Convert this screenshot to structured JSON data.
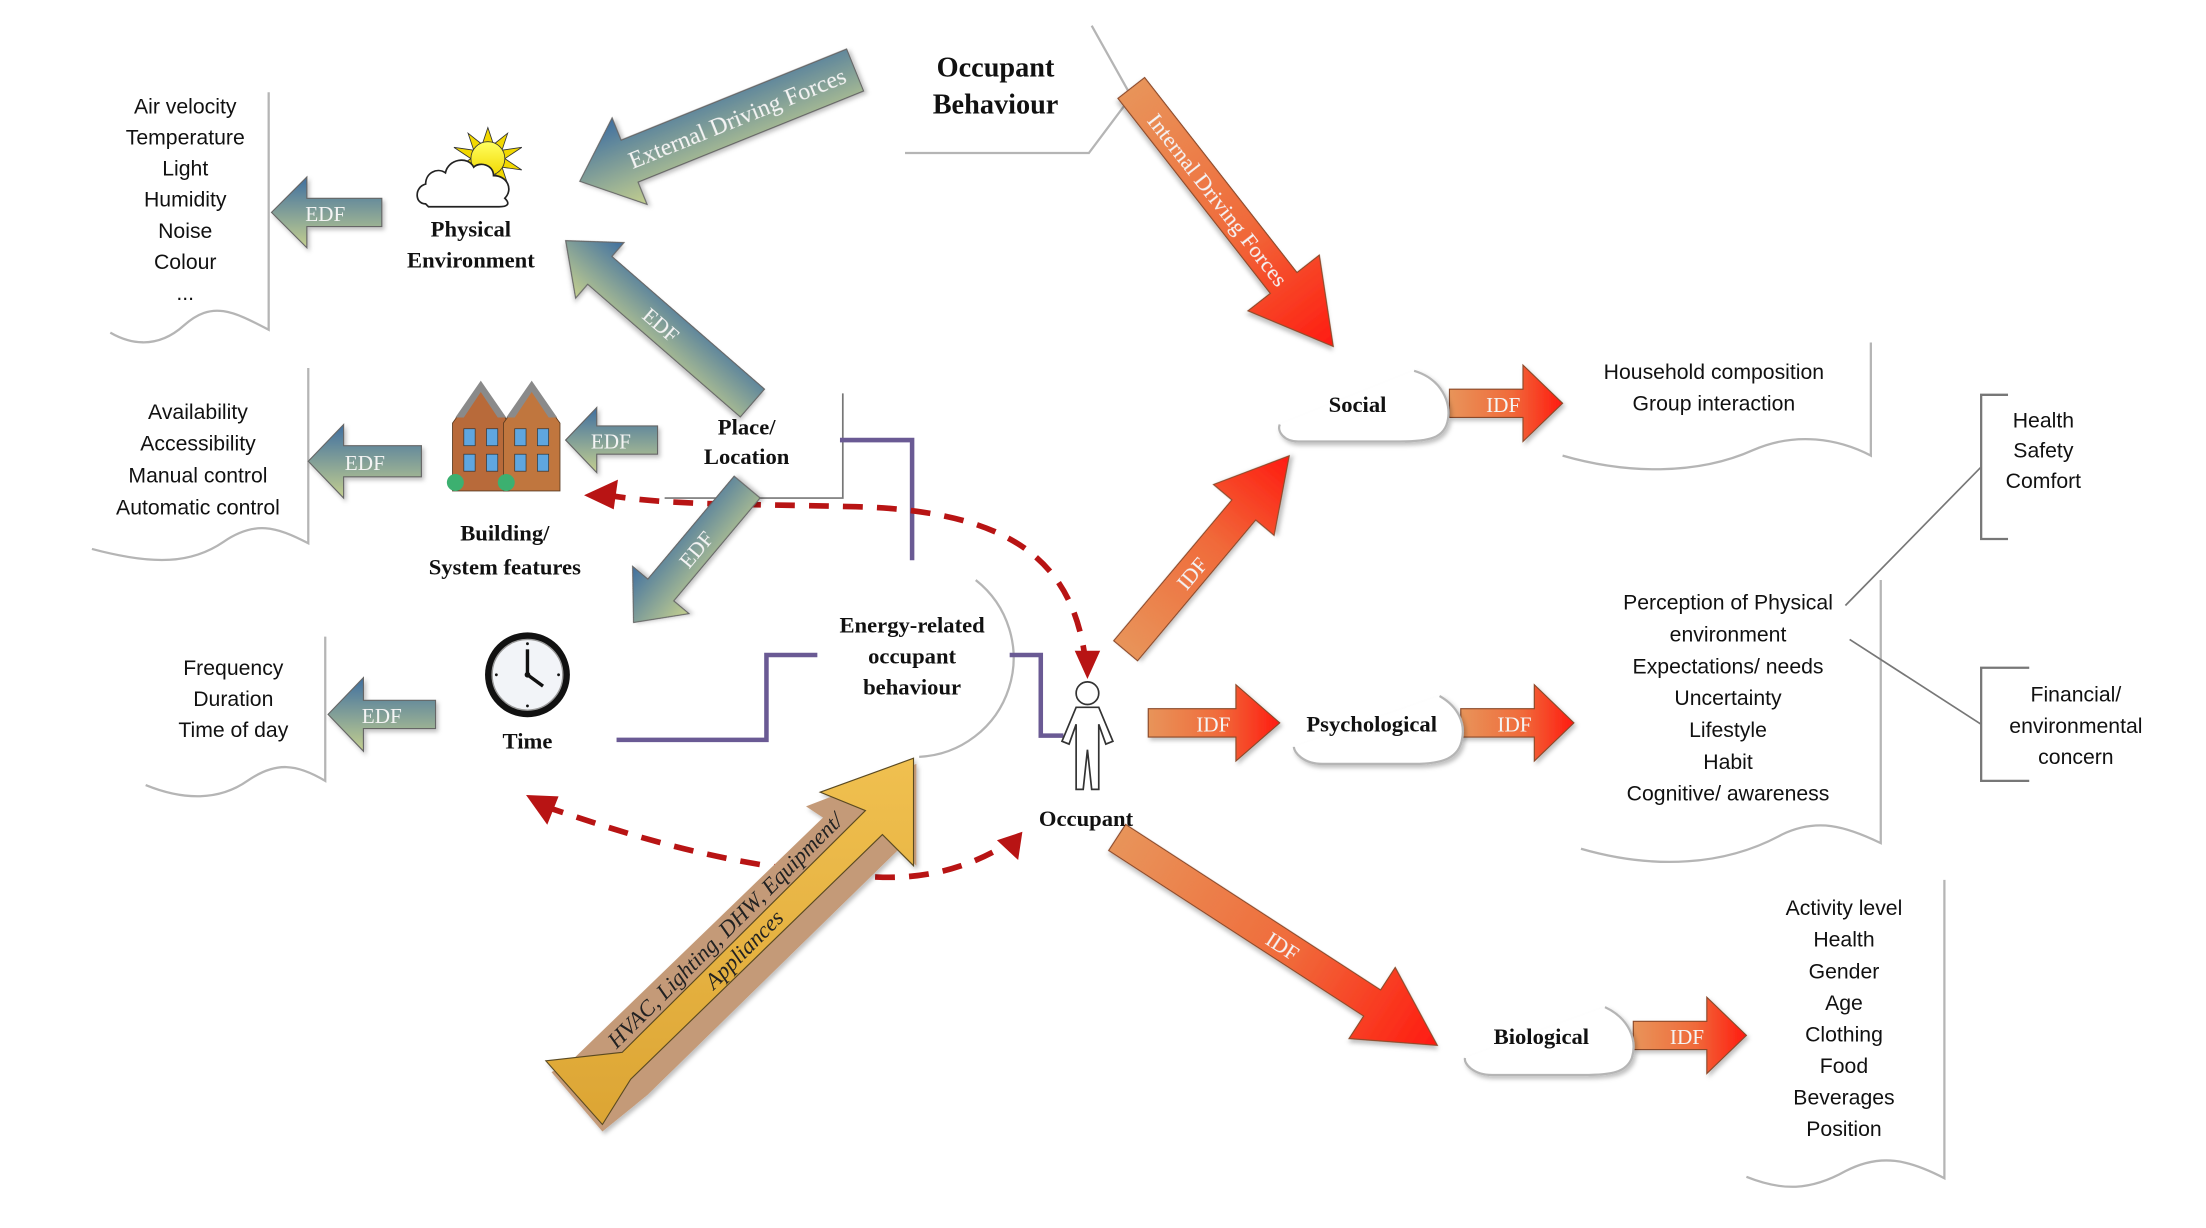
{
  "title": {
    "line1": "Occupant",
    "line2": "Behaviour"
  },
  "arrows": {
    "external": "External Driving Forces",
    "internal": "Internal Driving Forces",
    "edf": "EDF",
    "idf": "IDF",
    "equipment_line1": "HVAC, Lighting, DHW, Equipment/",
    "equipment_line2": "Appliances"
  },
  "nodes": {
    "physical": {
      "line1": "Physical",
      "line2": "Environment"
    },
    "building": {
      "line1": "Building/",
      "line2": "System features"
    },
    "place": {
      "line1": "Place/",
      "line2": "Location"
    },
    "time": "Time",
    "energy": {
      "line1": "Energy-related",
      "line2": "occupant",
      "line3": "behaviour"
    },
    "occupant": "Occupant",
    "social": "Social",
    "psychological": "Psychological",
    "biological": "Biological"
  },
  "lists": {
    "physical_factors": [
      "Air velocity",
      "Temperature",
      "Light",
      "Humidity",
      "Noise",
      "Colour",
      "..."
    ],
    "building_factors": [
      "Availability",
      "Accessibility",
      "Manual control",
      "Automatic control"
    ],
    "time_factors": [
      "Frequency",
      "Duration",
      "Time of day"
    ],
    "social_factors": [
      "Household composition",
      "Group interaction"
    ],
    "psychological_factors": [
      "Perception of Physical",
      "environment",
      "Expectations/ needs",
      "Uncertainty",
      "Lifestyle",
      "Habit",
      "Cognitive/ awareness"
    ],
    "comfort_factors": [
      "Health",
      "Safety",
      "Comfort"
    ],
    "financial_factors": [
      "Financial/",
      "environmental",
      "concern"
    ],
    "biological_factors": [
      "Activity level",
      "Health",
      "Gender",
      "Age",
      "Clothing",
      "Food",
      "Beverages",
      "Position"
    ]
  },
  "colors": {
    "edf_top": "#3f6fa0",
    "edf_bottom": "#c4cf8f",
    "idf_start": "#e8945a",
    "idf_end": "#ff1a10",
    "equipment": "#e3ac3c",
    "dashed": "#b81414",
    "connector": "#6a5a94"
  }
}
